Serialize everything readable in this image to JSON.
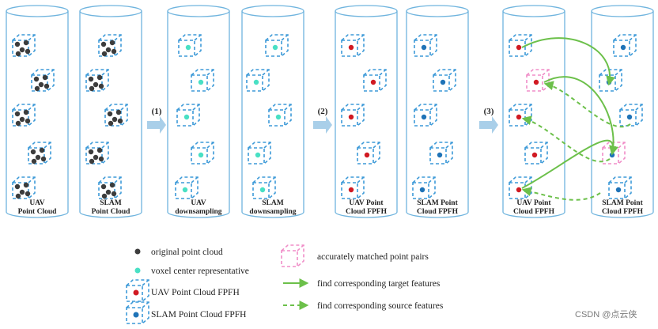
{
  "colors": {
    "cylinder_stroke": "#6fb4de",
    "cube_blue": "#3d9ad8",
    "cube_pink": "#f08ec8",
    "arrow_fill": "#a9cfe9",
    "uav_point": "#d11a22",
    "slam_point": "#1f73b7",
    "voxel_point": "#49e0c4",
    "raw_point": "#3c3c3c",
    "match_arrow": "#6cc04a"
  },
  "cylinders": [
    {
      "id": "uav-raw",
      "label_line1": "UAV",
      "label_line2": "Point Cloud",
      "point_type": "raw"
    },
    {
      "id": "slam-raw",
      "label_line1": "SLAM",
      "label_line2": "Point  Cloud",
      "point_type": "raw"
    },
    {
      "id": "uav-down",
      "label_line1": "UAV",
      "label_line2": "downsampling",
      "point_type": "voxel"
    },
    {
      "id": "slam-down",
      "label_line1": "SLAM",
      "label_line2": "downsampling",
      "point_type": "voxel"
    },
    {
      "id": "uav-fpfh",
      "label_line1": "UAV Point",
      "label_line2": "Cloud FPFH",
      "point_type": "uav"
    },
    {
      "id": "slam-fpfh",
      "label_line1": "SLAM Point",
      "label_line2": "Cloud FPFH",
      "point_type": "slam"
    },
    {
      "id": "uav-match",
      "label_line1": "UAV Point",
      "label_line2": "Cloud FPFH",
      "point_type": "uav"
    },
    {
      "id": "slam-match",
      "label_line1": "SLAM Point",
      "label_line2": "Cloud FPFH",
      "point_type": "slam"
    }
  ],
  "steps": [
    "(1)",
    "(2)",
    "(3)"
  ],
  "legend": {
    "original_point_cloud": "original point cloud",
    "voxel_center": "voxel center representative",
    "uav_fpfh": "UAV Point Cloud FPFH",
    "slam_fpfh": "SLAM Point Cloud FPFH",
    "matched_pairs": "accurately matched point pairs",
    "target_features": "find corresponding target features",
    "source_features": "find corresponding source features"
  },
  "watermark": "CSDN @点云侠"
}
